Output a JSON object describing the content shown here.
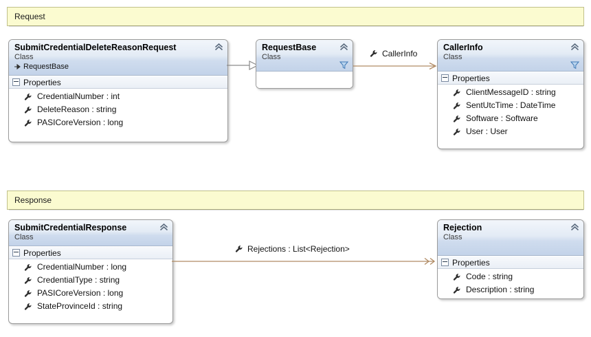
{
  "diagram": {
    "type": "uml-class-diagram",
    "sections": [
      {
        "id": "request",
        "label": "Request"
      },
      {
        "id": "response",
        "label": "Response"
      }
    ],
    "classes": [
      {
        "id": "submit-credential-delete-reason-request",
        "name": "SubmitCredentialDeleteReasonRequest",
        "stereotype": "Class",
        "base_class": "RequestBase",
        "has_filter_icon": false,
        "compartments": [
          {
            "label": "Properties",
            "members": [
              "CredentialNumber : int",
              "DeleteReason : string",
              "PASICoreVersion : long"
            ]
          }
        ]
      },
      {
        "id": "request-base",
        "name": "RequestBase",
        "stereotype": "Class",
        "base_class": null,
        "has_filter_icon": true,
        "compartments": []
      },
      {
        "id": "caller-info",
        "name": "CallerInfo",
        "stereotype": "Class",
        "base_class": null,
        "has_filter_icon": true,
        "compartments": [
          {
            "label": "Properties",
            "members": [
              "ClientMessageID : string",
              "SentUtcTime : DateTime",
              "Software : Software",
              "User : User"
            ]
          }
        ]
      },
      {
        "id": "submit-credential-response",
        "name": "SubmitCredentialResponse",
        "stereotype": "Class",
        "base_class": null,
        "has_filter_icon": false,
        "compartments": [
          {
            "label": "Properties",
            "members": [
              "CredentialNumber : long",
              "CredentialType : string",
              "PASICoreVersion : long",
              "StateProvinceId : string"
            ]
          }
        ]
      },
      {
        "id": "rejection",
        "name": "Rejection",
        "stereotype": "Class",
        "base_class": null,
        "has_filter_icon": false,
        "compartments": [
          {
            "label": "Properties",
            "members": [
              "Code : string",
              "Description : string"
            ]
          }
        ]
      }
    ],
    "connectors": [
      {
        "id": "inheritance-submit-to-requestbase",
        "kind": "inheritance",
        "source": "SubmitCredentialDeleteReasonRequest",
        "target": "RequestBase",
        "label": ""
      },
      {
        "id": "association-callerinfo",
        "kind": "association",
        "source": "RequestBase",
        "target": "CallerInfo",
        "label": "CallerInfo"
      },
      {
        "id": "association-rejections",
        "kind": "collection-association",
        "source": "SubmitCredentialResponse",
        "target": "Rejection",
        "label": "Rejections : List<Rejection>"
      }
    ],
    "colors": {
      "banner_fill": "#fbfbd0",
      "banner_border": "#c0c08a",
      "class_header_gradient_top": "#f2f6fb",
      "class_header_gradient_bottom": "#c3d3e9",
      "class_border": "#9a9a9a",
      "inheritance_line": "#8a8a8a",
      "association_line": "#b08a63",
      "filter_icon": "#4e86c4"
    }
  }
}
